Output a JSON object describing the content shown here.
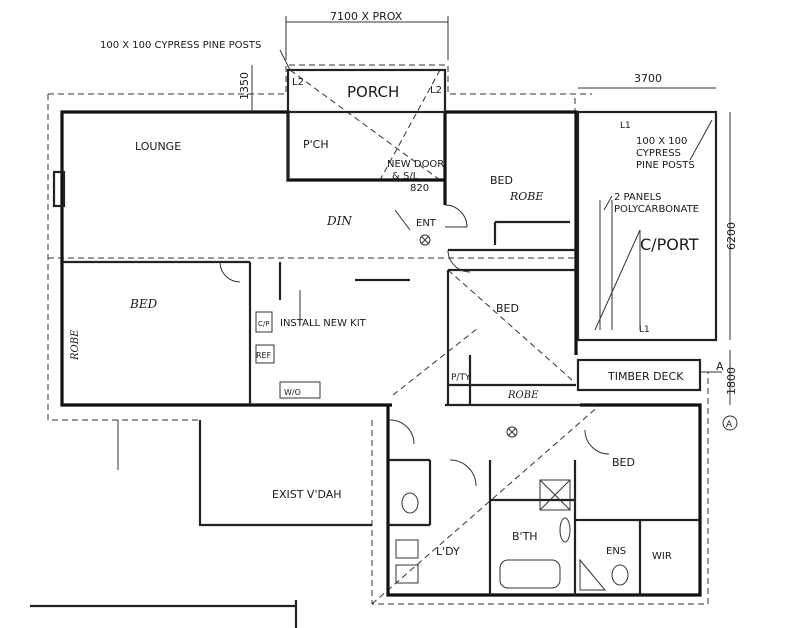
{
  "annotations": {
    "posts_top": "100 X 100 CYPRESS PINE POSTS",
    "posts_right_1": "100 X 100",
    "posts_right_2": "CYPRESS",
    "posts_right_3": "PINE POSTS",
    "panels_1": "2 PANELS",
    "panels_2": "POLYCARBONATE",
    "new_door_1": "NEW DOOR",
    "new_door_2": "& S/L",
    "door_width": "820",
    "install_kit": "INSTALL NEW KIT",
    "top_dim_partial": "7100 X PROX"
  },
  "rooms": {
    "porch": "PORCH",
    "pch": "P'CH",
    "lounge": "LOUNGE",
    "din": "DIN",
    "ent": "ENT",
    "bed_top": "BED",
    "robe_top": "ROBE",
    "cport": "C/PORT",
    "bed_left": "BED",
    "robe_left": "ROBE",
    "bed_mid": "BED",
    "robe_mid": "ROBE",
    "pty": "P/TY",
    "timber_deck": "TIMBER DECK",
    "bed_bottom": "BED",
    "exist_vdah": "EXIST V'DAH",
    "bth": "B'TH",
    "ldy": "L'DY",
    "ens": "ENS",
    "wir": "WIR",
    "ref": "REF",
    "cp": "C/P",
    "wo": "W/O"
  },
  "dimensions": {
    "d1350": "1350",
    "d3700": "3700",
    "d6200": "6200",
    "d1800": "1800"
  },
  "markers": {
    "l2_left": "L2",
    "l2_right": "L2",
    "l1_top": "L1",
    "l1_bottom": "L1",
    "section": "A",
    "grid": "A"
  }
}
